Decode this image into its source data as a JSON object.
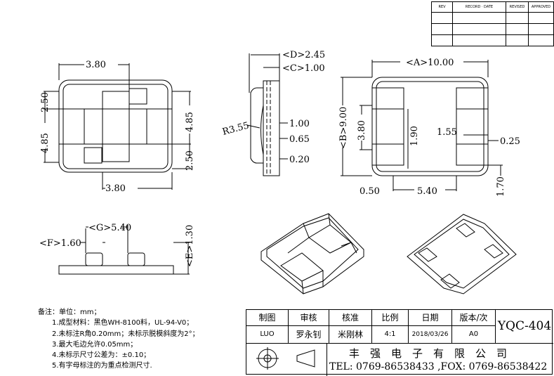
{
  "revision_table": {
    "headers": [
      "REV",
      "RECORD · DATE",
      "REVISED",
      "APPROVED"
    ]
  },
  "dimensions": {
    "top_w": "3.80",
    "top_w2": "3.80",
    "left_250a": "2.50",
    "left_485": "4.85",
    "right_485": "4.85",
    "right_250": "2.50",
    "D": "<D>2.45",
    "C": "<C>1.00",
    "R": "R3.55",
    "s100": "1.00",
    "s065": "0.65",
    "s020": "0.20",
    "A": "<A>10.00",
    "B": "<B>9.00",
    "b380": "3.80",
    "b190": "1.90",
    "b155": "1.55",
    "b025": "0.25",
    "b050": "0.50",
    "b540": "5.40",
    "b170": "1.70",
    "G": "<G>5.40",
    "F": "<F>1.60",
    "E": "<E>1.30"
  },
  "notes": {
    "title": "备注：单位：mm；",
    "items": [
      "1.成型材料：黑色WH-8100料，UL-94-V0；",
      "2.未标注R角0.20mm；未标示脱模斜度为2°；",
      "3.最大毛边允许0.05mm；",
      "4.未标示尺寸公差为：±0.10；",
      "5.有字母标注的为重点检测尺寸."
    ]
  },
  "title_block": {
    "headers": [
      "制图",
      "审核",
      "核准",
      "比例",
      "日期",
      "版本/次"
    ],
    "values": [
      "LUO",
      "罗永钊",
      "米刚林",
      "4:1",
      "2018/03/26",
      "A0"
    ],
    "part_no": "YQC-404",
    "company": "丰强电子有限公司",
    "contact": "TEL: 0769-86538433 ,FOX: 0769-86538422"
  }
}
